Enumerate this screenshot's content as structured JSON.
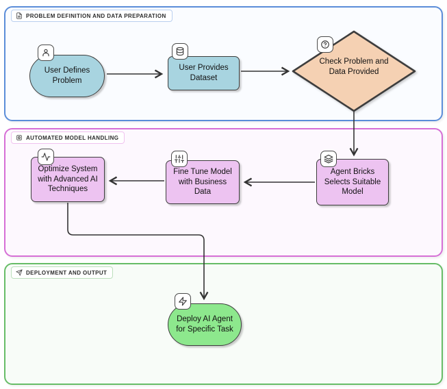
{
  "sections": [
    {
      "label": "PROBLEM DEFINITION AND DATA PREPARATION",
      "icon": "file-text-icon",
      "border_color": "#5b8dd9"
    },
    {
      "label": "AUTOMATED MODEL HANDLING",
      "icon": "chip-icon",
      "border_color": "#d66fd6"
    },
    {
      "label": "DEPLOYMENT AND OUTPUT",
      "icon": "send-icon",
      "border_color": "#67bd67"
    }
  ],
  "nodes": {
    "user_defines_problem": {
      "label": "User Defines Problem",
      "shape": "stadium",
      "fill": "#a8d4e0",
      "icon": "user-icon"
    },
    "user_provides_dataset": {
      "label": "User Provides Dataset",
      "shape": "rect",
      "fill": "#a8d4e0",
      "icon": "database-icon"
    },
    "check_problem_and_data": {
      "label": "Check Problem and Data Provided",
      "shape": "diamond",
      "fill": "#f5d1b3",
      "icon": "help-icon"
    },
    "agent_bricks_selects": {
      "label": "Agent Bricks Selects Suitable Model",
      "shape": "rect",
      "fill": "#edc3f1",
      "icon": "layers-icon"
    },
    "fine_tune_model": {
      "label": "Fine Tune Model with Business Data",
      "shape": "rect",
      "fill": "#edc3f1",
      "icon": "sliders-icon"
    },
    "optimize_system": {
      "label": "Optimize System with Advanced AI Techniques",
      "shape": "rect",
      "fill": "#edc3f1",
      "icon": "activity-icon"
    },
    "deploy_ai_agent": {
      "label": "Deploy AI Agent for Specific Task",
      "shape": "stadium",
      "fill": "#8de88d",
      "icon": "zap-icon"
    }
  },
  "edges": [
    {
      "from": "user_defines_problem",
      "to": "user_provides_dataset"
    },
    {
      "from": "user_provides_dataset",
      "to": "check_problem_and_data"
    },
    {
      "from": "check_problem_and_data",
      "to": "agent_bricks_selects"
    },
    {
      "from": "agent_bricks_selects",
      "to": "fine_tune_model"
    },
    {
      "from": "fine_tune_model",
      "to": "optimize_system"
    },
    {
      "from": "optimize_system",
      "to": "deploy_ai_agent"
    }
  ],
  "colors": {
    "edge": "#333333",
    "node_border": "#3d3d3d",
    "node_blue": "#a8d4e0",
    "node_peach": "#f5d1b3",
    "node_purple": "#edc3f1",
    "node_green": "#8de88d"
  }
}
